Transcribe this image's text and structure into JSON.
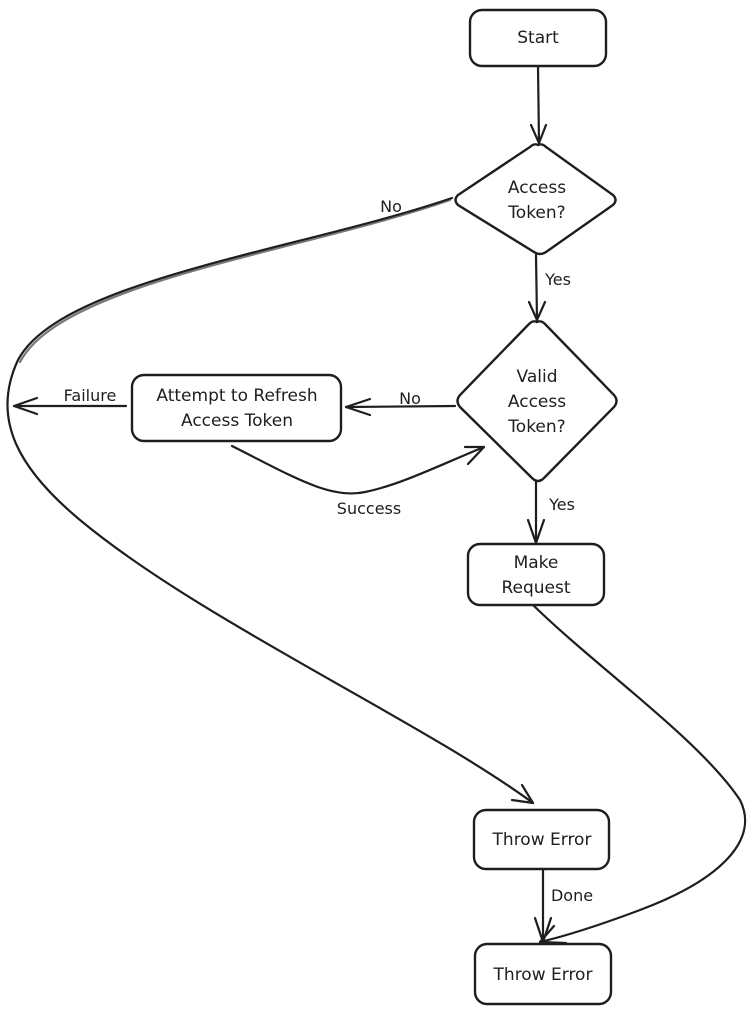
{
  "diagram": {
    "type": "flowchart",
    "stroke_color": "#1e1e1e",
    "background_color": "#ffffff",
    "nodes": {
      "start": {
        "shape": "rounded-rect",
        "lines": [
          "Start"
        ]
      },
      "access_token": {
        "shape": "diamond",
        "lines": [
          "Access",
          "Token?"
        ]
      },
      "valid_access_token": {
        "shape": "diamond",
        "lines": [
          "Valid",
          "Access",
          "Token?"
        ]
      },
      "refresh": {
        "shape": "rounded-rect",
        "lines": [
          "Attempt to Refresh",
          "Access Token"
        ]
      },
      "make_request": {
        "shape": "rounded-rect",
        "lines": [
          "Make",
          "Request"
        ]
      },
      "throw_error_1": {
        "shape": "rounded-rect",
        "lines": [
          "Throw Error"
        ]
      },
      "throw_error_2": {
        "shape": "rounded-rect",
        "lines": [
          "Throw Error"
        ]
      }
    },
    "edges": [
      {
        "from": "start",
        "to": "access_token",
        "label": ""
      },
      {
        "from": "access_token",
        "to": "valid_access_token",
        "label": "Yes"
      },
      {
        "from": "access_token",
        "to": "throw_error_1",
        "label": "No"
      },
      {
        "from": "valid_access_token",
        "to": "refresh",
        "label": "No"
      },
      {
        "from": "valid_access_token",
        "to": "make_request",
        "label": "Yes"
      },
      {
        "from": "refresh",
        "to": "valid_access_token",
        "label": "Success"
      },
      {
        "from": "refresh",
        "to": "access_token_no_path",
        "label": "Failure"
      },
      {
        "from": "make_request",
        "to": "throw_error_2",
        "label": ""
      },
      {
        "from": "throw_error_1",
        "to": "throw_error_2",
        "label": "Done"
      }
    ]
  }
}
